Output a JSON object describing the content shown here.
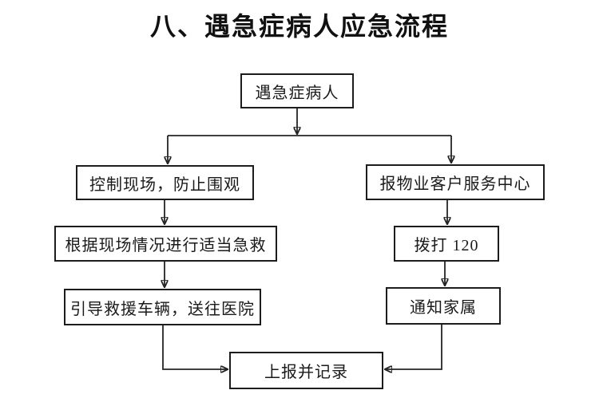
{
  "title": "八、遇急症病人应急流程",
  "nodes": {
    "start": "遇急症病人",
    "control_scene": "控制现场，防止围观",
    "first_aid": "根据现场情况进行适当急救",
    "guide_vehicle": "引导救援车辆，送往医院",
    "report_center": "报物业客户服务中心",
    "call_120": "拨打 120",
    "notify_family": "通知家属",
    "report_record": "上报并记录"
  },
  "colors": {
    "background": "#ffffff",
    "line": "#242424",
    "border": "#1c1c1c",
    "text": "#1a1a1a"
  }
}
